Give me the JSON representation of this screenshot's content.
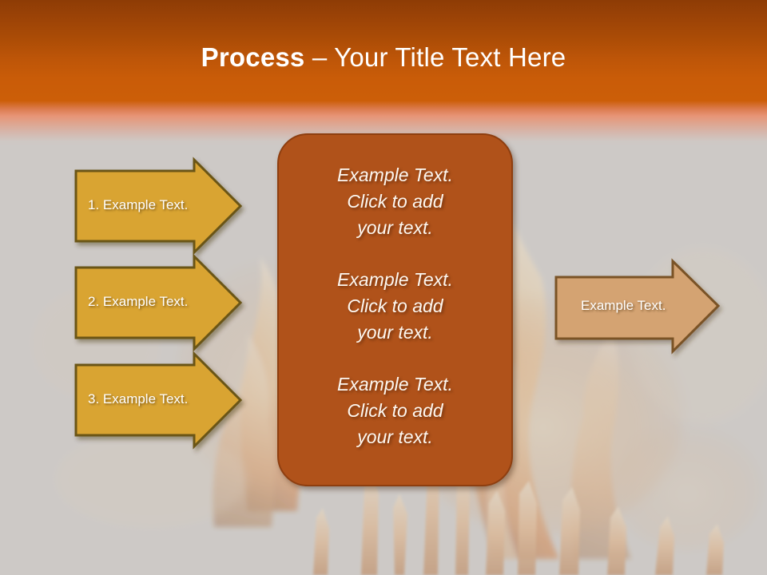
{
  "slide": {
    "title": {
      "strong": "Process",
      "rest": " – Your Title Text Here"
    },
    "background": {
      "image_description": "bonfire-flames-photo",
      "overlay_color": "#cdc9c6"
    }
  },
  "theme": {
    "header_top_color": "#8e3c05",
    "header_bottom_color": "#cc5e08",
    "header_glow_color": "#e79476",
    "panel_fill": "#b0521a",
    "panel_border": "#8e3e0f",
    "gold_arrow_fill": "#d9a433",
    "gold_arrow_border": "#6b5518",
    "tan_arrow_fill": "#d4a372",
    "tan_arrow_border": "#7a5228",
    "text_color": "#ffffff",
    "panel_text_color": "#fdf7f0"
  },
  "input_arrows": [
    {
      "label": "1. Example Text."
    },
    {
      "label": "2. Example Text."
    },
    {
      "label": "3. Example Text."
    }
  ],
  "center_panel": {
    "blocks": [
      {
        "line1": "Example Text.",
        "line2": "Click  to add",
        "line3": "your text."
      },
      {
        "line1": "Example Text.",
        "line2": "Click  to add",
        "line3": "your text."
      },
      {
        "line1": "Example Text.",
        "line2": "Click  to add",
        "line3": "your text."
      }
    ]
  },
  "output_arrow": {
    "label": "Example Text."
  }
}
